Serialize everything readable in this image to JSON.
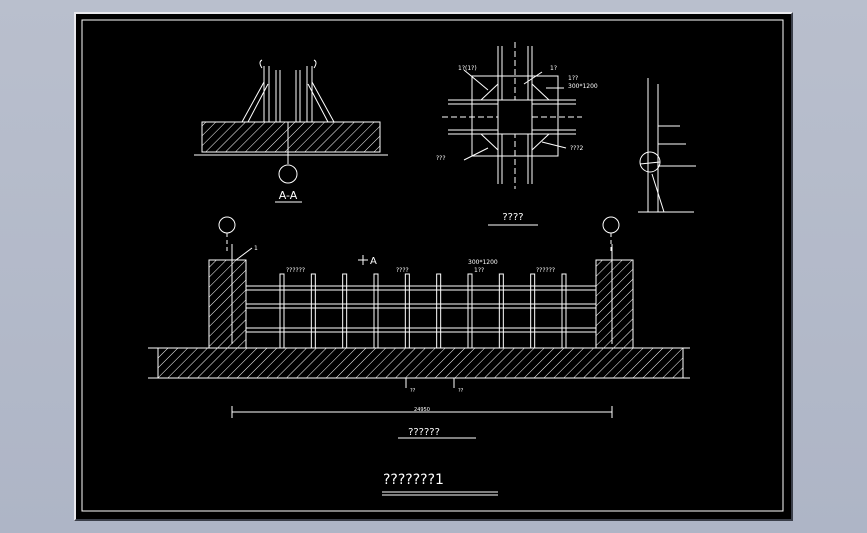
{
  "section_view": {
    "label": "A-A"
  },
  "joint_detail": {
    "label": "????",
    "callouts": [
      "1?(1?)",
      "1?",
      "1??",
      "300*1200",
      "???",
      "???2"
    ]
  },
  "elevation": {
    "label": "??????",
    "section_mark": "A",
    "callouts": [
      "1",
      "??????",
      "????",
      "300*1200",
      "1??",
      "??????"
    ],
    "dimension": "24950",
    "bottom_marks": [
      "??",
      "??"
    ]
  },
  "sheet_title": "???????1",
  "colors": {
    "background": "#000000",
    "lines": "#ffffff",
    "frame_outer": "#b9bfcd"
  }
}
